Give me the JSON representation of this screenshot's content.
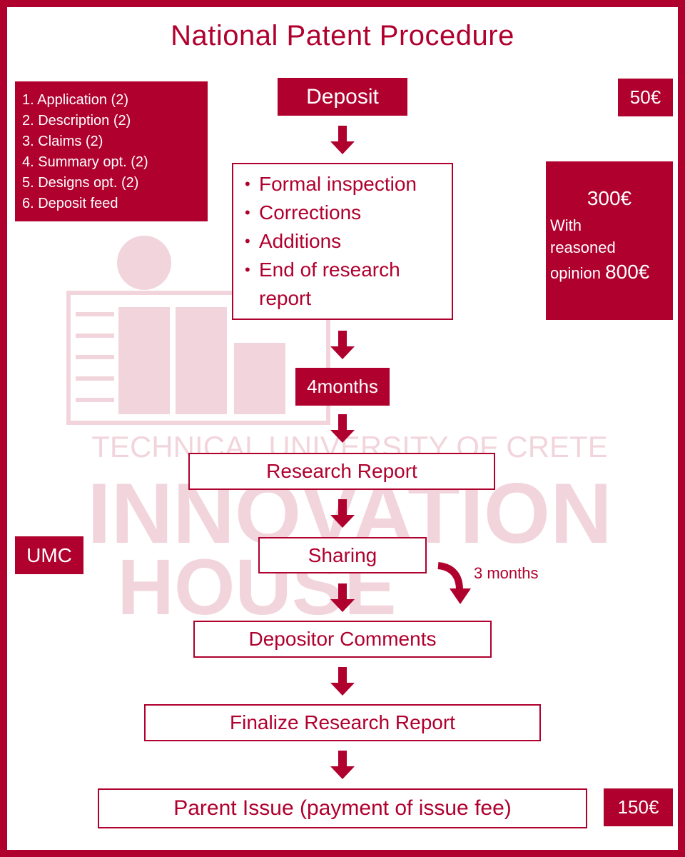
{
  "title": "National Patent Procedure",
  "documents": [
    "1. Application (2)",
    "2. Description (2)",
    "3. Claims (2)",
    "4. Summary opt. (2)",
    "5. Designs opt. (2)",
    "6. Deposit feed"
  ],
  "fees": {
    "deposit": "50€",
    "research": "300€",
    "research_note_1": "With",
    "research_note_2": "reasoned",
    "research_note_3": "opinion",
    "research_opinion_fee": "800€",
    "issue": "150€"
  },
  "steps": {
    "deposit": "Deposit",
    "checks": [
      "Formal inspection",
      "Corrections",
      "Additions",
      "End of research report"
    ],
    "duration_1": "4months",
    "research_report": "Research Report",
    "sharing": "Sharing",
    "comment_period": "3 months",
    "depositor_comments": "Depositor Comments",
    "finalize": "Finalize Research Report",
    "issue": "Parent Issue (payment of issue fee)"
  },
  "side_label": "UMC",
  "watermark": {
    "line1": "TECHNICAL UNIVERSITY OF CRETE",
    "line2": "INNOVATION",
    "line3": "HOUSE"
  },
  "colors": {
    "accent": "#b0002e",
    "background": "#ffffff"
  }
}
